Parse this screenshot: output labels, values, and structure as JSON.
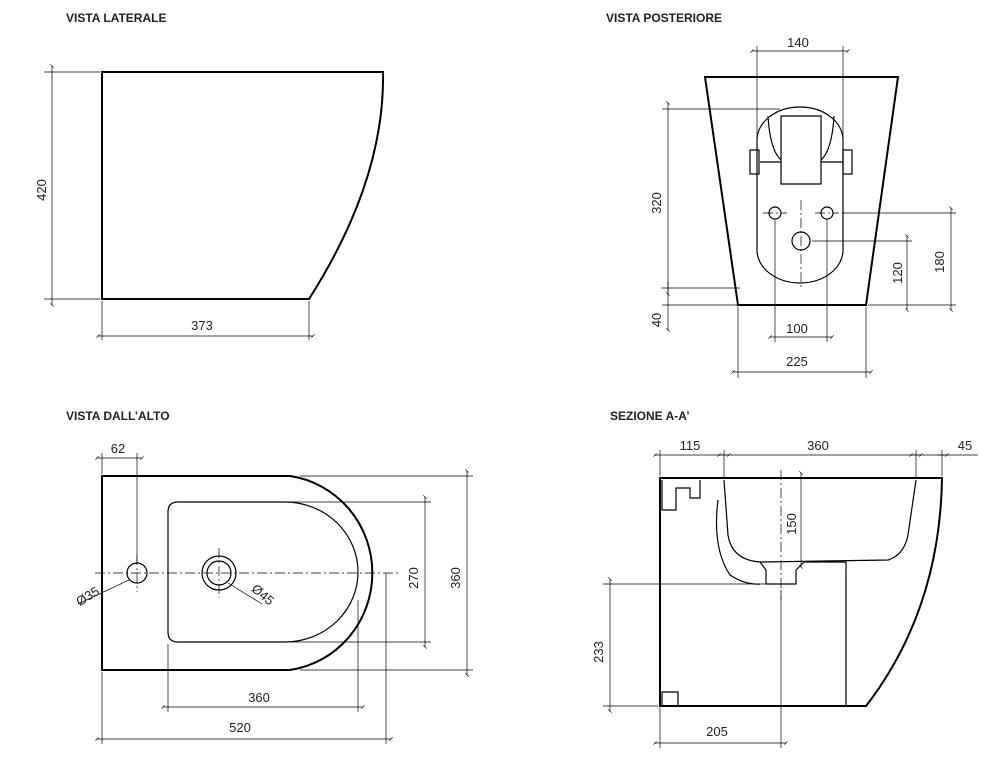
{
  "views": {
    "side": {
      "title": "VISTA LATERALE",
      "dims": {
        "height": "420",
        "depth": "373"
      }
    },
    "rear": {
      "title": "VISTA POSTERIORE",
      "dims": {
        "top_width": "140",
        "body_height": "320",
        "foot_height": "40",
        "hole_spacing": "100",
        "base_width": "225",
        "drain_height": "120",
        "holes_height": "180"
      }
    },
    "top": {
      "title": "VISTA DALL’ALTO",
      "dims": {
        "tap_hole_offset": "62",
        "tap_hole_diameter": "Ø35",
        "drain_diameter": "Ø45",
        "bowl_width": "270",
        "total_width": "360",
        "bowl_length": "360",
        "total_length": "520"
      }
    },
    "section": {
      "title": "SEZIONE A-A’",
      "dims": {
        "rear_wall": "115",
        "bowl_length": "360",
        "front_rim": "45",
        "bowl_depth": "150",
        "outlet_height": "233",
        "outlet_distance": "205"
      }
    }
  }
}
